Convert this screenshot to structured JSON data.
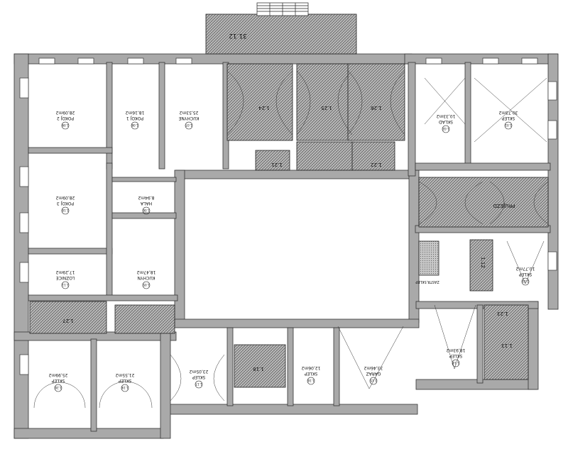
{
  "plan": {
    "north_stair": "31.12",
    "rooms": [
      {
        "id": "pokoj2",
        "name": "POKOJ 2",
        "area": "28,09m2",
        "code": "1.09"
      },
      {
        "id": "pokoj1",
        "name": "POKOJ 1",
        "area": "18,16m2",
        "code": "1.08"
      },
      {
        "id": "kuchyne",
        "name": "KUCHYNE",
        "area": "25,53m2",
        "code": "1.07"
      },
      {
        "id": "pokoj3",
        "name": "POKOJ 3",
        "area": "28,09m2",
        "code": "1.10"
      },
      {
        "id": "loznice",
        "name": "LOZNICE",
        "area": "17,29m2",
        "code": "1.11"
      },
      {
        "id": "hala",
        "name": "HALA",
        "area": "8,94m2",
        "code": "1.06"
      },
      {
        "id": "kuchyn2",
        "name": "KUCHYN",
        "area": "18,47m2",
        "code": "1.05"
      },
      {
        "id": "sklad",
        "name": "SKLAD",
        "area": "10,33m2",
        "code": "1.02"
      },
      {
        "id": "sal",
        "name": "SKLEP",
        "area": "30,73m2",
        "code": "1.01"
      },
      {
        "id": "sklep_e",
        "name": "SKLEP",
        "area": "10,77m2",
        "code": "1.03"
      },
      {
        "id": "sklep_s1",
        "name": "SKLEP",
        "area": "25,99m2",
        "code": "1.20"
      },
      {
        "id": "sklep_s2",
        "name": "SKLEP",
        "area": "21,55m2",
        "code": "1.19"
      },
      {
        "id": "sklep_s3",
        "name": "SKLEP",
        "area": "23,05m2",
        "code": "1.17"
      },
      {
        "id": "sklep_s4",
        "name": "SKLEP",
        "area": "12,06m2",
        "code": "1.16"
      },
      {
        "id": "garaz",
        "name": "GARAZ",
        "area": "33,46m2",
        "code": "1.15"
      },
      {
        "id": "sklep_s5",
        "name": "SKLEP",
        "area": "18,93m2",
        "code": "1.14"
      }
    ],
    "hatched_codes": {
      "h1": "1.24",
      "h2": "1.25",
      "h3": "1.26",
      "h4": "1.21",
      "h5": "1.22",
      "h6": "1.18",
      "h7": "1.13",
      "h8": "1.12",
      "h9": "1.27",
      "h10": "1.23"
    },
    "passage": "PRUJEZD",
    "stair_note": "ZASTR.SKLEP"
  }
}
